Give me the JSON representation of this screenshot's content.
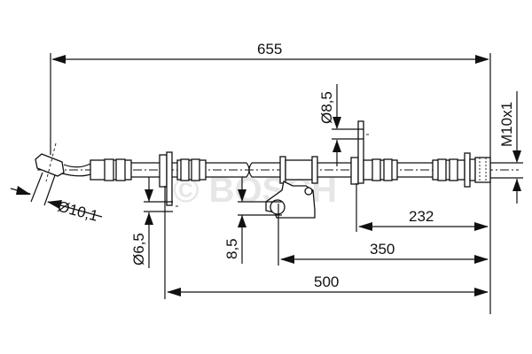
{
  "drawing": {
    "subject": "brake hose technical drawing",
    "watermark": "© BOSCH",
    "dimensions": {
      "overall_length": "655",
      "length_500": "500",
      "length_350": "350",
      "length_232": "232",
      "diameter_left_fitting": "Ø10,1",
      "diameter_bracket_1": "Ø6,5",
      "bracket_offset": "8,5",
      "diameter_bracket_2": "Ø8,5",
      "thread": "M10x1"
    }
  }
}
